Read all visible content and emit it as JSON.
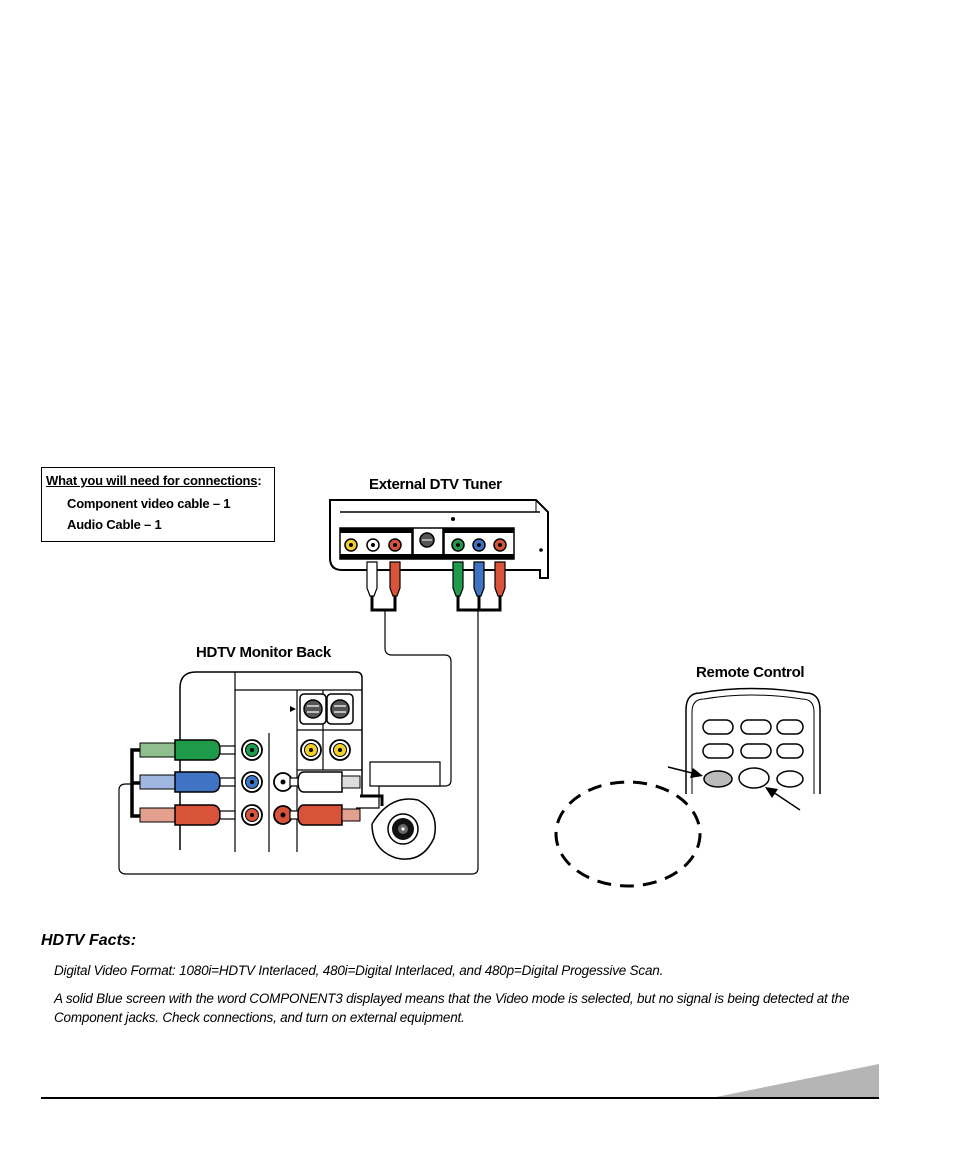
{
  "needs": {
    "title": "What you will need for connections",
    "title_suffix": ":",
    "items": [
      "Component video cable – 1",
      "Audio Cable – 1"
    ]
  },
  "labels": {
    "tuner": "External DTV Tuner",
    "monitor": "HDTV Monitor Back",
    "remote": "Remote Control"
  },
  "facts": {
    "heading": "HDTV Facts:",
    "lines": [
      "Digital Video Format: 1080i=HDTV Interlaced, 480i=Digital Interlaced, and 480p=Digital Progessive Scan.",
      "A solid Blue screen with the word COMPONENT3 displayed means that the Video mode is selected, but no signal is being detected at the Component jacks. Check connections, and turn on external equipment."
    ]
  },
  "colors": {
    "green": "#1f9a4a",
    "blue": "#3f73c4",
    "red": "#d9533a",
    "yellow": "#f2cf2a",
    "gray": "#b5b5b5"
  }
}
